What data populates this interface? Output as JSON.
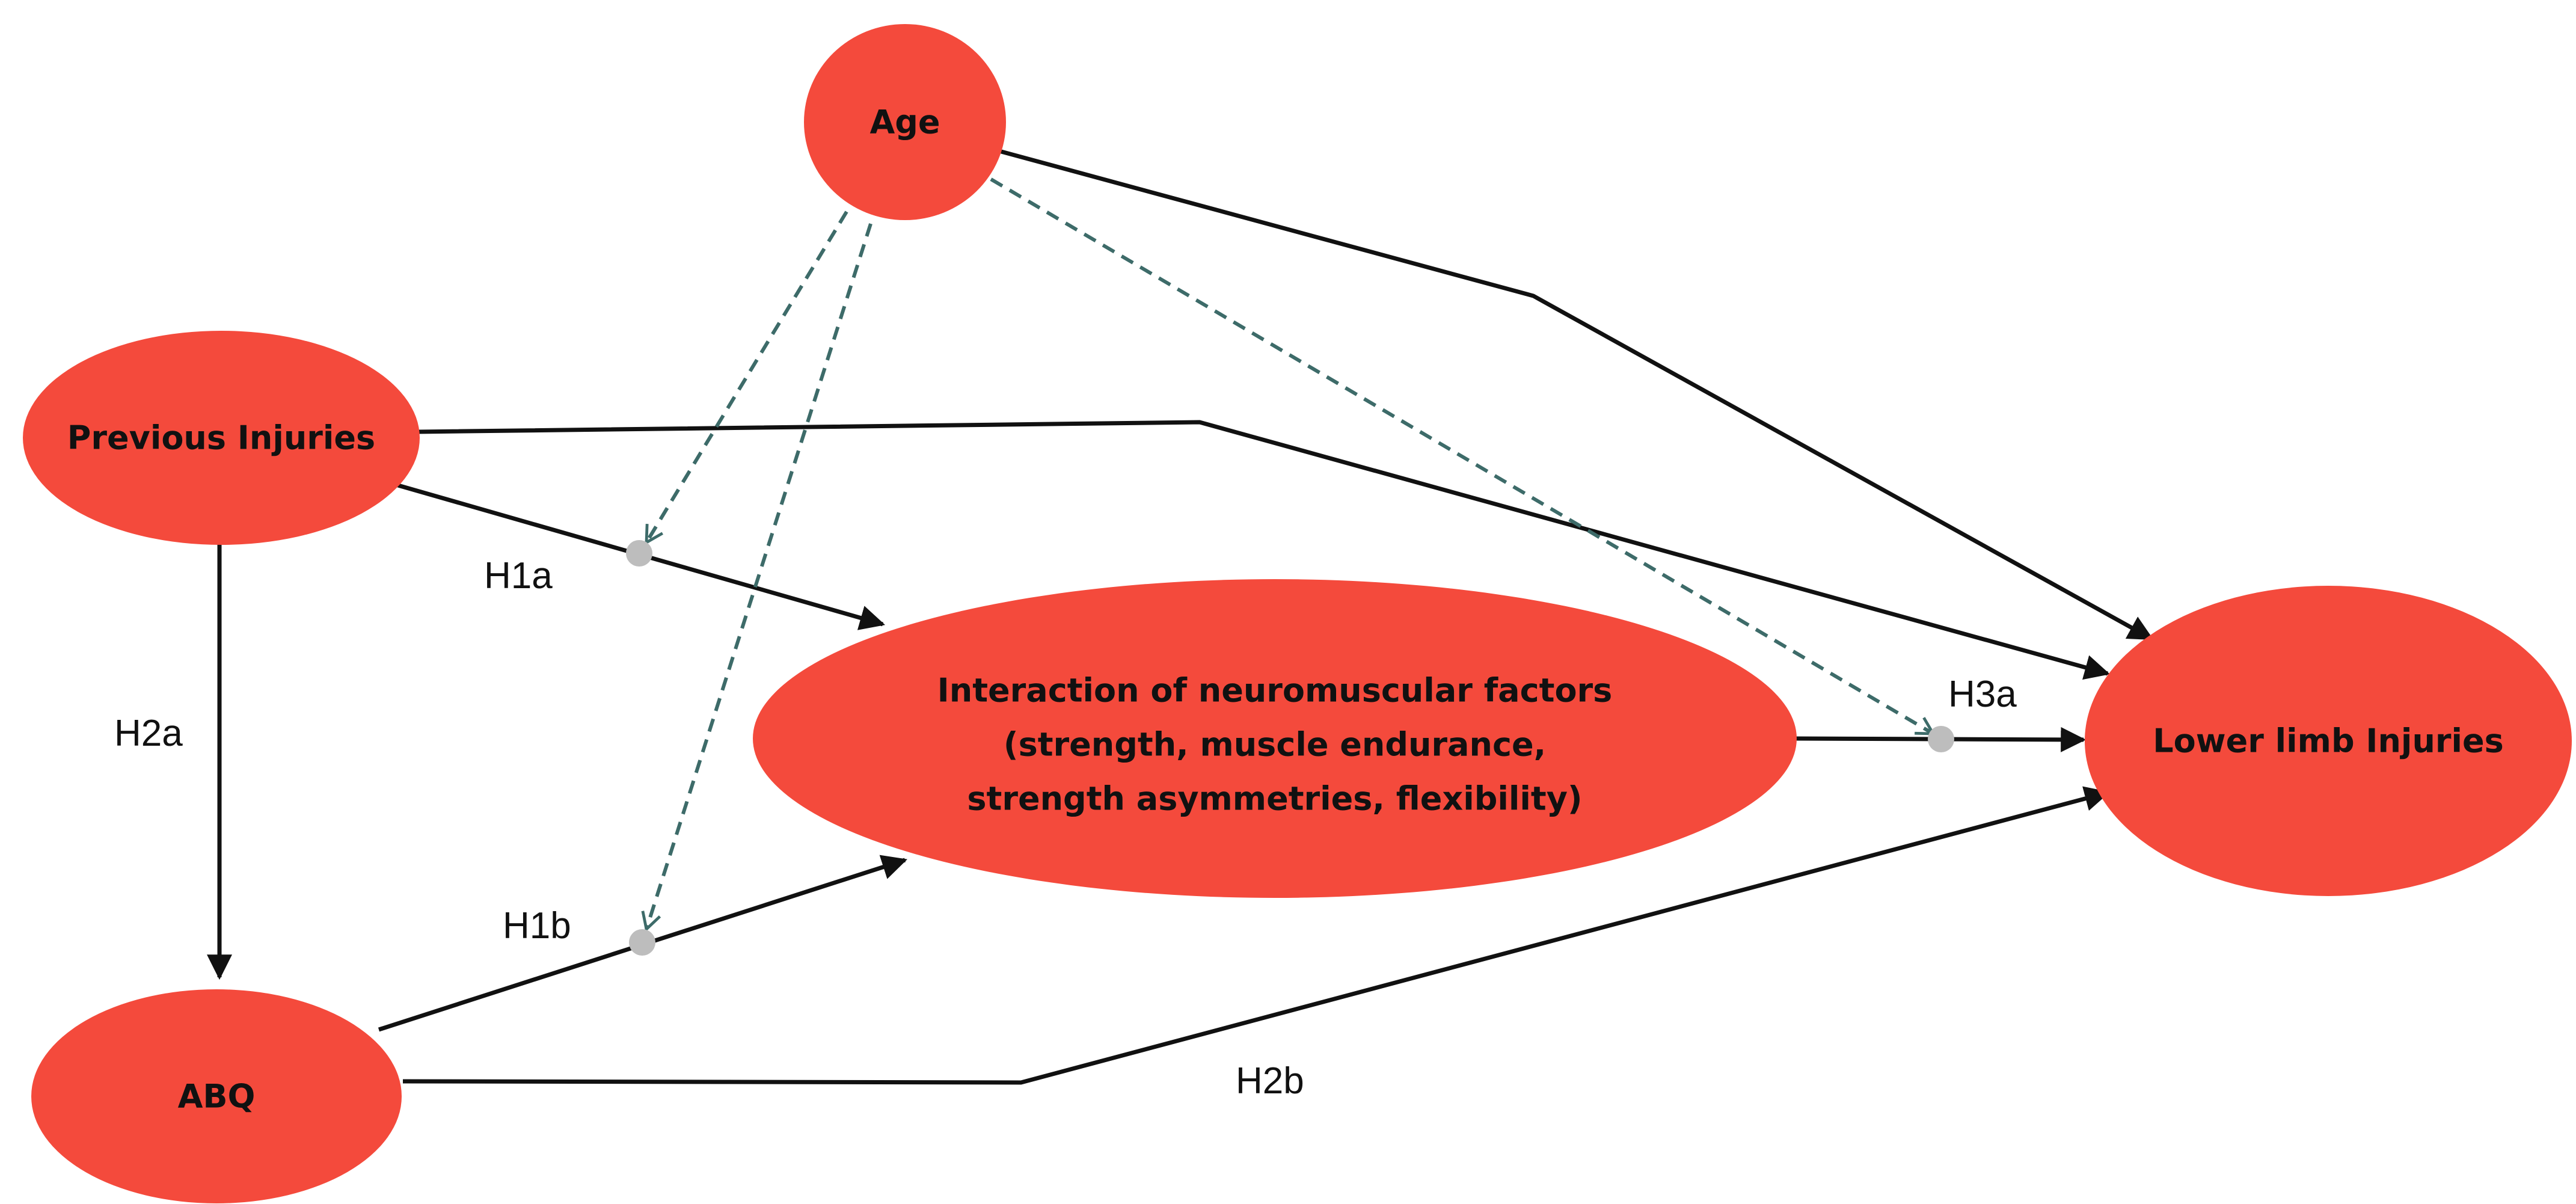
{
  "colors": {
    "node_fill": "#f44a3c",
    "edge": "#111111",
    "moderation": "#3d6b69",
    "junction": "#bdbdbd"
  },
  "nodes": {
    "age": {
      "label": "Age"
    },
    "previous_injuries": {
      "label": "Previous Injuries"
    },
    "neuromuscular": {
      "line1": "Interaction of neuromuscular factors",
      "line2": "(strength, muscle endurance,",
      "line3": "strength asymmetries, flexibility)"
    },
    "abq": {
      "label": "ABQ"
    },
    "lower_limb_injuries": {
      "label": "Lower limb Injuries"
    }
  },
  "hypotheses": {
    "h1a": "H1a",
    "h1b": "H1b",
    "h2a": "H2a",
    "h2b": "H2b",
    "h3a": "H3a"
  }
}
